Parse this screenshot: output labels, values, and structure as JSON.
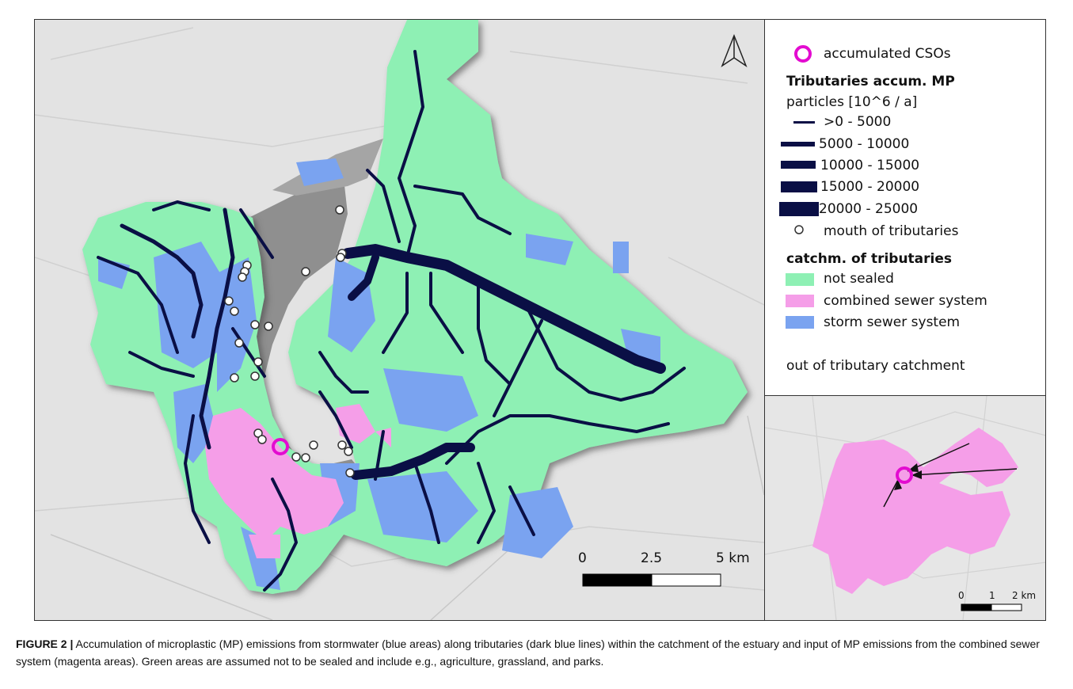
{
  "legend": {
    "cso_label": "accumulated CSOs",
    "trib_title": "Tributaries accum. MP",
    "trib_unit": "particles [10^6 / a]",
    "classes": [
      ">0 - 5000",
      "5000 - 10000",
      "10000 - 15000",
      "15000 - 20000",
      "20000 - 25000"
    ],
    "mouth_label": "mouth of tributaries",
    "catch_title": "catchm. of tributaries",
    "not_sealed": "not sealed",
    "combined": "combined sewer system",
    "storm": "storm sewer system",
    "out_of": "out of tributary catchment",
    "colors": {
      "not_sealed": "#8ef0b4",
      "combined": "#f59ee8",
      "storm": "#7aa3f0",
      "trib": "#0a0f45",
      "cso": "#e30bd0"
    }
  },
  "scalebar": {
    "l0": "0",
    "l1": "2.5",
    "l2": "5 km"
  },
  "inset_scalebar": {
    "l0": "0",
    "l1": "1",
    "l2": "2 km"
  },
  "caption": {
    "label": "FIGURE 2 |",
    "text": " Accumulation of microplastic (MP) emissions from stormwater (blue areas) along tributaries (dark blue lines) within the catchment of the estuary and input of MP emissions from the combined sewer system (magenta areas). Green areas are assumed not to be sealed and include e.g., agriculture, grassland, and parks."
  }
}
